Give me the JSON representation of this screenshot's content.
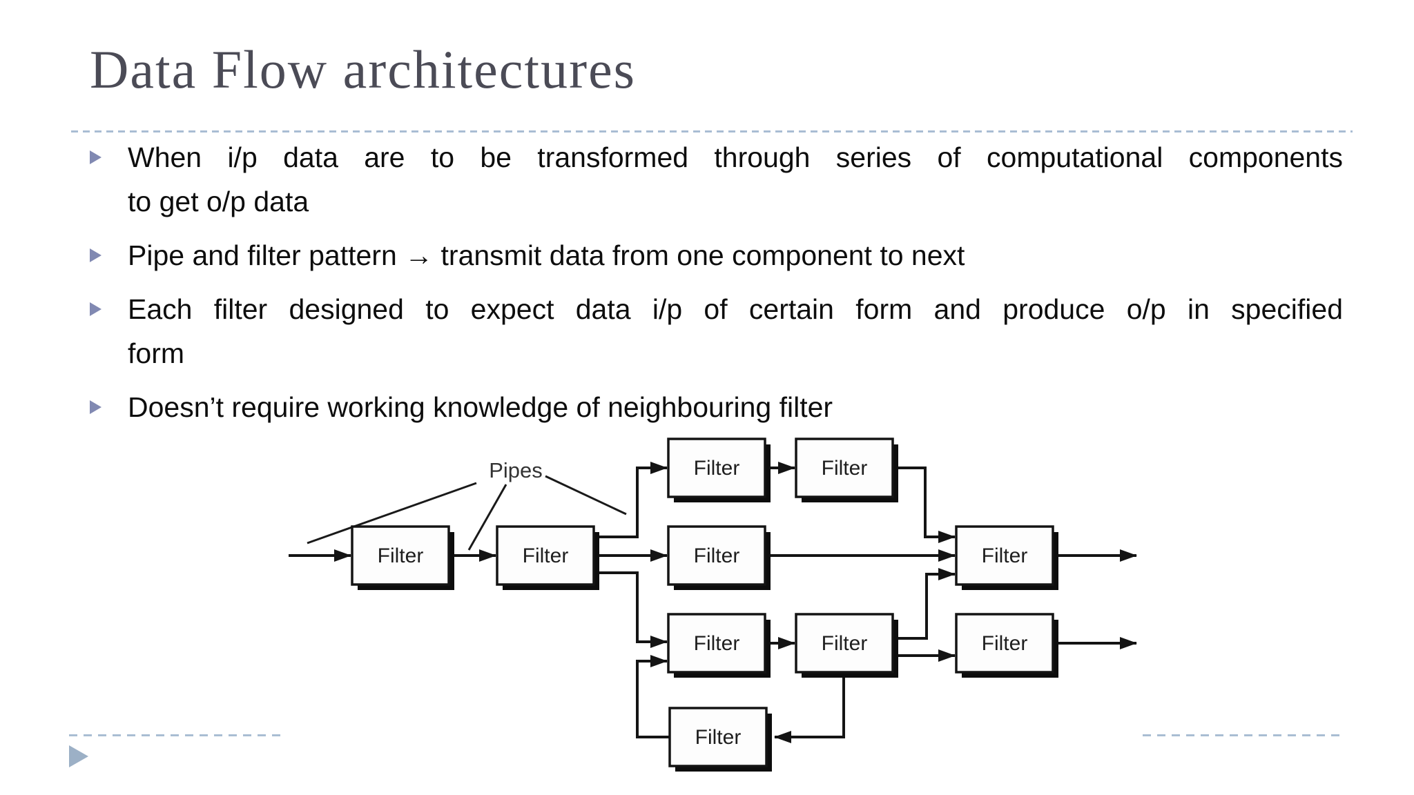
{
  "slide": {
    "title": "Data Flow architectures",
    "bullets": [
      {
        "lines": [
          "When i/p data are to be transformed through series of computational components",
          "to get o/p data"
        ]
      },
      {
        "lines": [
          "Pipe and filter pattern → transmit data from one component to next"
        ]
      },
      {
        "lines": [
          "Each filter designed to expect data i/p of certain form and produce o/p in specified",
          "form"
        ]
      },
      {
        "lines": [
          "Doesn’t require working knowledge of neighbouring filter"
        ]
      }
    ]
  },
  "diagram": {
    "pipes_label": "Pipes",
    "filter_label": "Filter",
    "node_count": 10
  },
  "colors": {
    "title_text": "#4b4b56",
    "body_text": "#0d0d0d",
    "bullet_marker": "#8189b2",
    "divider_dash": "#a9bdd3",
    "nav_triangle": "#9cb0c6",
    "diagram_ink": "#141414"
  }
}
